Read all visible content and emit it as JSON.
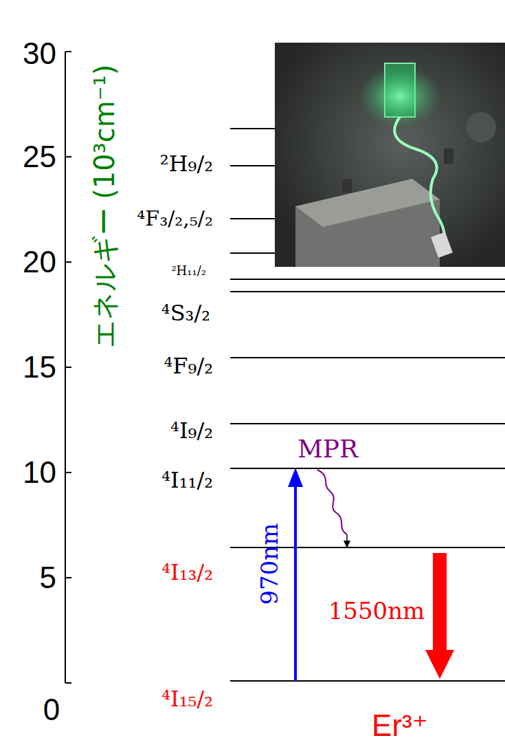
{
  "diagram": {
    "labels": [
      "30",
      "25",
      "20",
      "15",
      "10",
      "5",
      "0",
      "エネルギー (10³cm⁻¹)",
      "²H₉/₂",
      "⁴F₃/₂,₅/₂",
      "²H₁₁/₂",
      "⁴S₃/₂",
      "⁴F₉/₂",
      "⁴I₉/₂",
      "⁴I₁₁/₂",
      "⁴I₁₃/₂",
      "⁴I₁₅/₂",
      "MPR",
      "970nm",
      "1550nm",
      "Er³⁺"
    ]
  }
}
